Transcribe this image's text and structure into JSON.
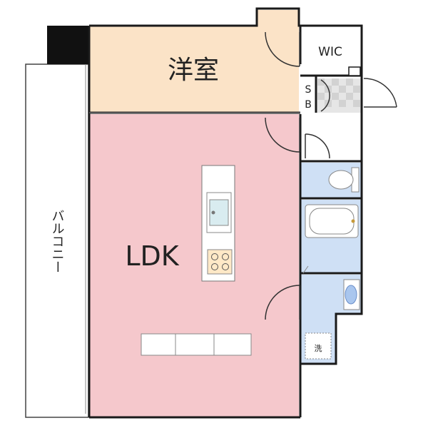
{
  "rooms": {
    "bedroom": {
      "label": "洋室"
    },
    "ldk": {
      "label": "LDK"
    },
    "wic": {
      "label": "WIC"
    },
    "sb_s": "S",
    "sb_b": "B",
    "balcony": {
      "label": "バルコニー"
    },
    "laundry": {
      "label": "洗"
    }
  },
  "colors": {
    "bedroom": "#fbe3c7",
    "ldk": "#f5c8cc",
    "wet": "#cfe0f5",
    "wall": "#1a1a1a",
    "balcony": "#ffffff"
  }
}
